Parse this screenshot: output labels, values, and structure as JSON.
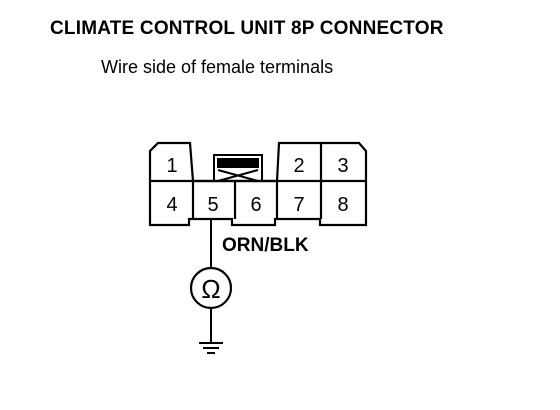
{
  "diagram": {
    "title": "CLIMATE CONTROL UNIT 8P CONNECTOR",
    "subtitle": "Wire side of female terminals",
    "connector": {
      "terminals": [
        {
          "number": "1",
          "row": "top",
          "slot": 0
        },
        {
          "number": "2",
          "row": "top",
          "slot": 3
        },
        {
          "number": "3",
          "row": "top",
          "slot": 4
        },
        {
          "number": "4",
          "row": "bottom",
          "slot": 0
        },
        {
          "number": "5",
          "row": "bottom",
          "slot": 1
        },
        {
          "number": "6",
          "row": "bottom",
          "slot": 2
        },
        {
          "number": "7",
          "row": "bottom",
          "slot": 3
        },
        {
          "number": "8",
          "row": "bottom",
          "slot": 4
        }
      ]
    },
    "wire_color": "ORN/BLK",
    "probe_terminal": "5",
    "meter_symbol": "Ω",
    "meter_icon": "ohmmeter-icon",
    "ground_icon": "ground-icon",
    "colors": {
      "line": "#000000",
      "background": "#ffffff"
    }
  }
}
